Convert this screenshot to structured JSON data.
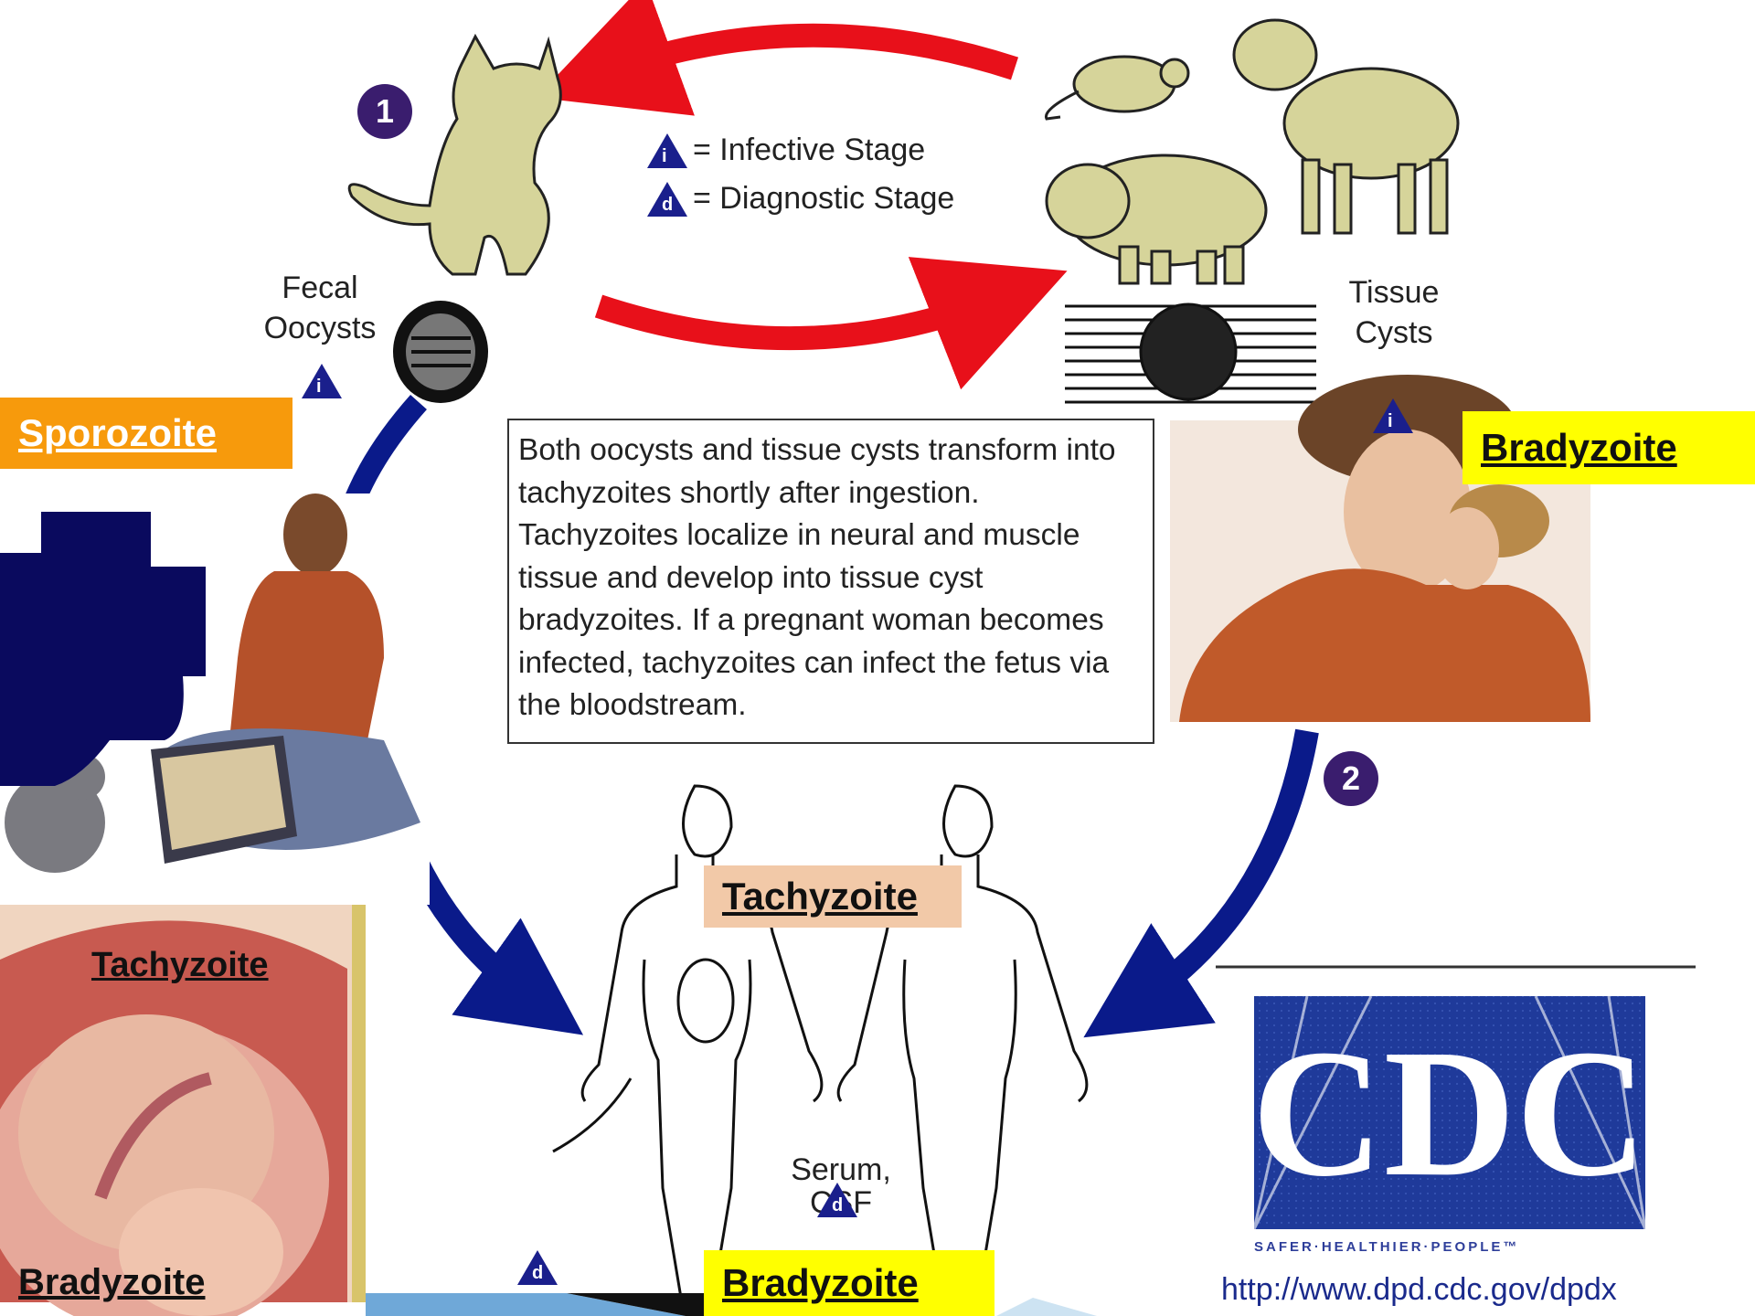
{
  "legend": {
    "infective_symbol": "i",
    "infective_text": "= Infective Stage",
    "diagnostic_symbol": "d",
    "diagnostic_text": "= Diagnostic Stage"
  },
  "labels": {
    "fecal_oocysts_line1": "Fecal",
    "fecal_oocysts_line2": "Oocysts",
    "tissue_cysts_line1": "Tissue",
    "tissue_cysts_line2": "Cysts",
    "serum_line1": "Serum,",
    "serum_line2": "CSF"
  },
  "steps": [
    "1",
    "2"
  ],
  "info_text": "Both oocysts and tissue cysts transform into tachyzoites shortly after ingestion. Tachyzoites localize in neural and muscle tissue and develop into tissue cyst bradyzoites. If a pregnant woman becomes infected, tachyzoites can infect the fetus via the bloodstream.",
  "tags": {
    "sporozoite": "Sporozoite",
    "bradyzoite_right": "Bradyzoite",
    "tachyzoite_center": "Tachyzoite",
    "bradyzoite_bottom": "Bradyzoite",
    "tachyzoite_left": "Tachyzoite",
    "bradyzoite_left": "Bradyzoite"
  },
  "cdc": {
    "logo_text": "CDC",
    "tagline": "SAFER·HEALTHIER·PEOPLE™",
    "url": "http://www.dpd.cdc.gov/dpdx"
  },
  "colors": {
    "red_arrow": "#e8101a",
    "blue_arrow": "#0a1a8a",
    "animal_fill": "#d6d49a",
    "step_circle": "#3a1d6e",
    "sporozoite_bg": "#f79a0c",
    "bradyzoite_bg": "#ffff00",
    "tachyzoite_bg": "#f2c9a8",
    "cdc_blue": "#1f3a9a"
  }
}
